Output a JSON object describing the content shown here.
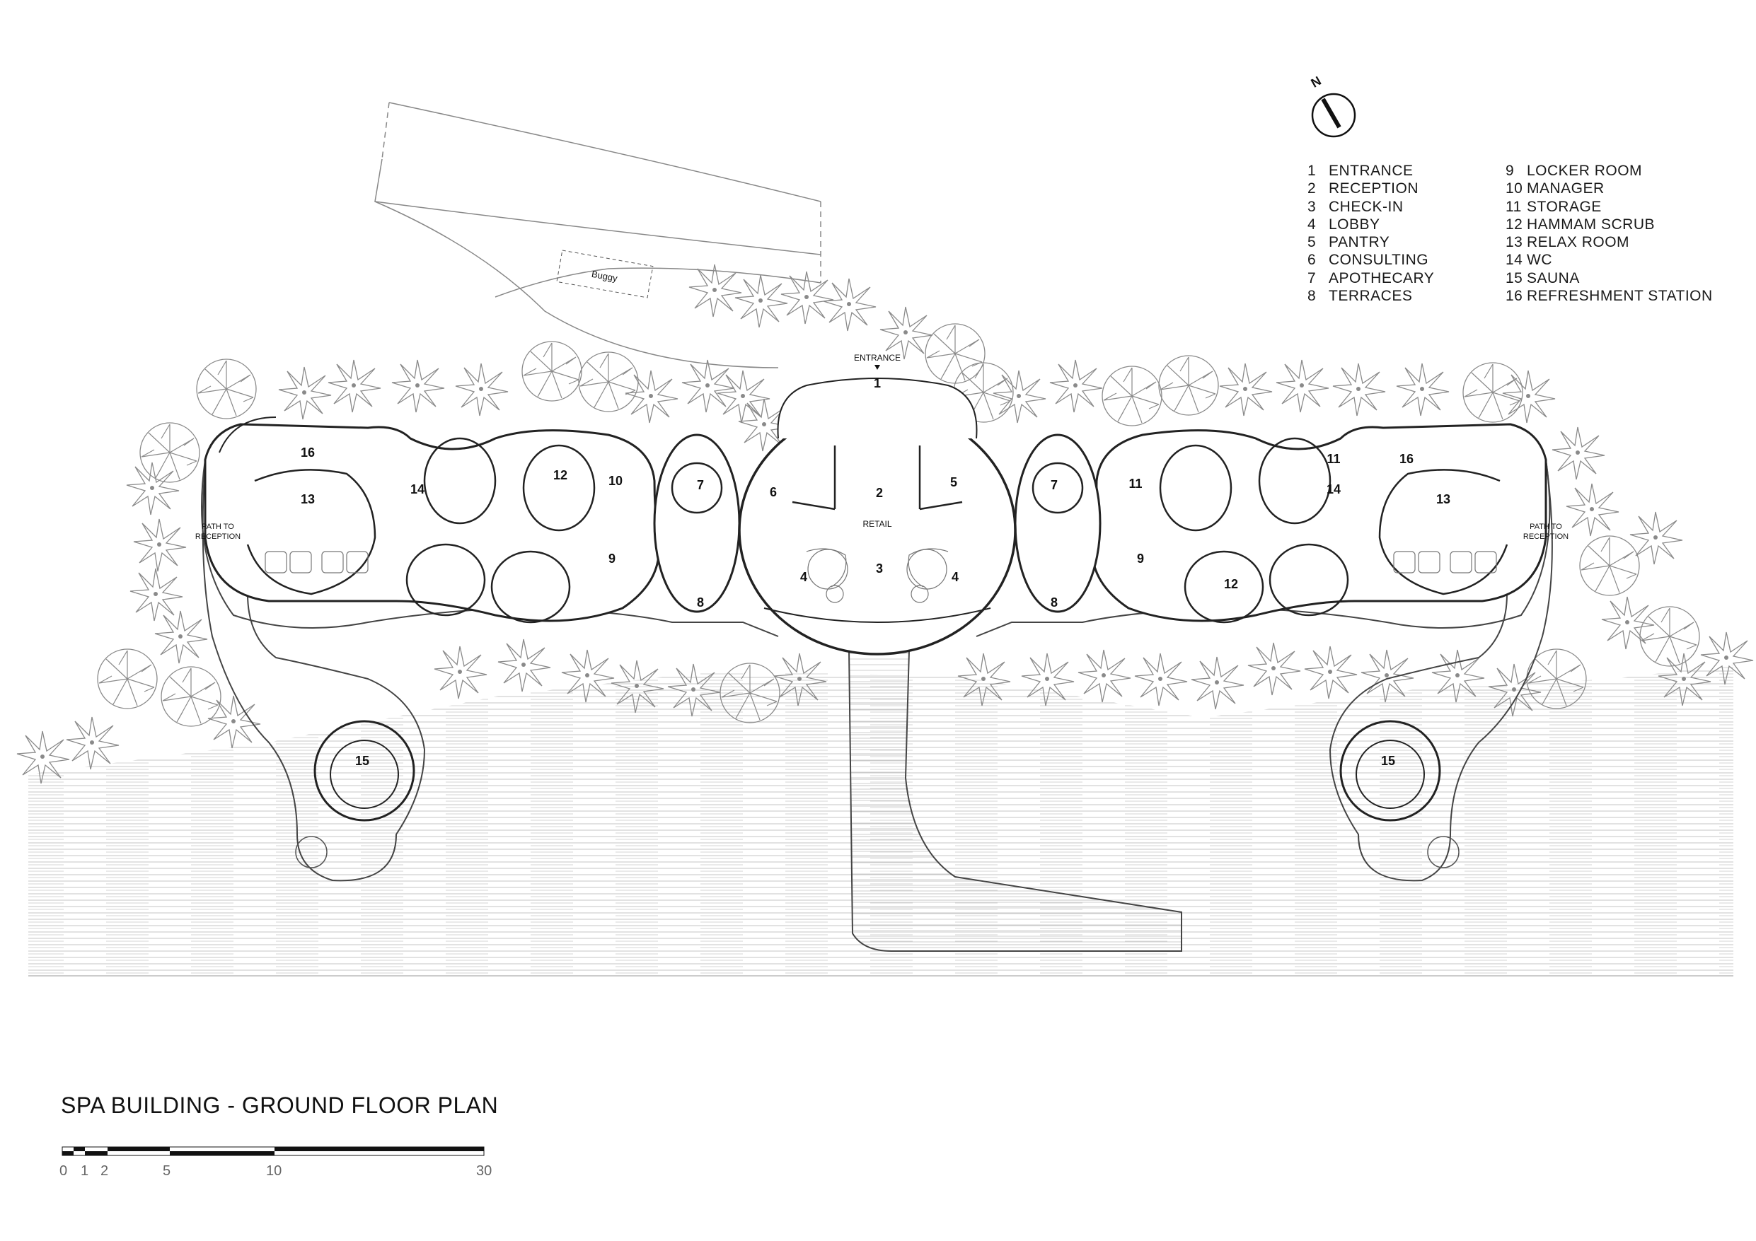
{
  "title": "SPA BUILDING - GROUND FLOOR PLAN",
  "north_label": "N",
  "legend_left": [
    {
      "num": "1",
      "label": "ENTRANCE"
    },
    {
      "num": "2",
      "label": "RECEPTION"
    },
    {
      "num": "3",
      "label": "CHECK-IN"
    },
    {
      "num": "4",
      "label": "LOBBY"
    },
    {
      "num": "5",
      "label": "PANTRY"
    },
    {
      "num": "6",
      "label": "CONSULTING"
    },
    {
      "num": "7",
      "label": "APOTHECARY"
    },
    {
      "num": "8",
      "label": "TERRACES"
    }
  ],
  "legend_right": [
    {
      "num": "9",
      "label": "LOCKER ROOM"
    },
    {
      "num": "10",
      "label": "MANAGER"
    },
    {
      "num": "11",
      "label": "STORAGE"
    },
    {
      "num": "12",
      "label": "HAMMAM SCRUB"
    },
    {
      "num": "13",
      "label": "RELAX ROOM"
    },
    {
      "num": "14",
      "label": "WC"
    },
    {
      "num": "15",
      "label": "SAUNA"
    },
    {
      "num": "16",
      "label": "REFRESHMENT STATION"
    }
  ],
  "plan_labels": {
    "entrance": "ENTRANCE",
    "retail": "RETAIL",
    "buggy": "Buggy",
    "path_to": "PATH TO",
    "reception": "RECEPTION"
  },
  "room_numbers": [
    "1",
    "2",
    "3",
    "4",
    "4",
    "5",
    "6",
    "7",
    "7",
    "8",
    "8",
    "9",
    "9",
    "10",
    "11",
    "11",
    "12",
    "12",
    "13",
    "13",
    "14",
    "14",
    "15",
    "15",
    "16",
    "16"
  ],
  "scale": [
    "0",
    "1",
    "2",
    "5",
    "10",
    "30"
  ],
  "colors": {
    "line": "#333333",
    "light": "#9a9a9a",
    "wall": "#222222"
  }
}
